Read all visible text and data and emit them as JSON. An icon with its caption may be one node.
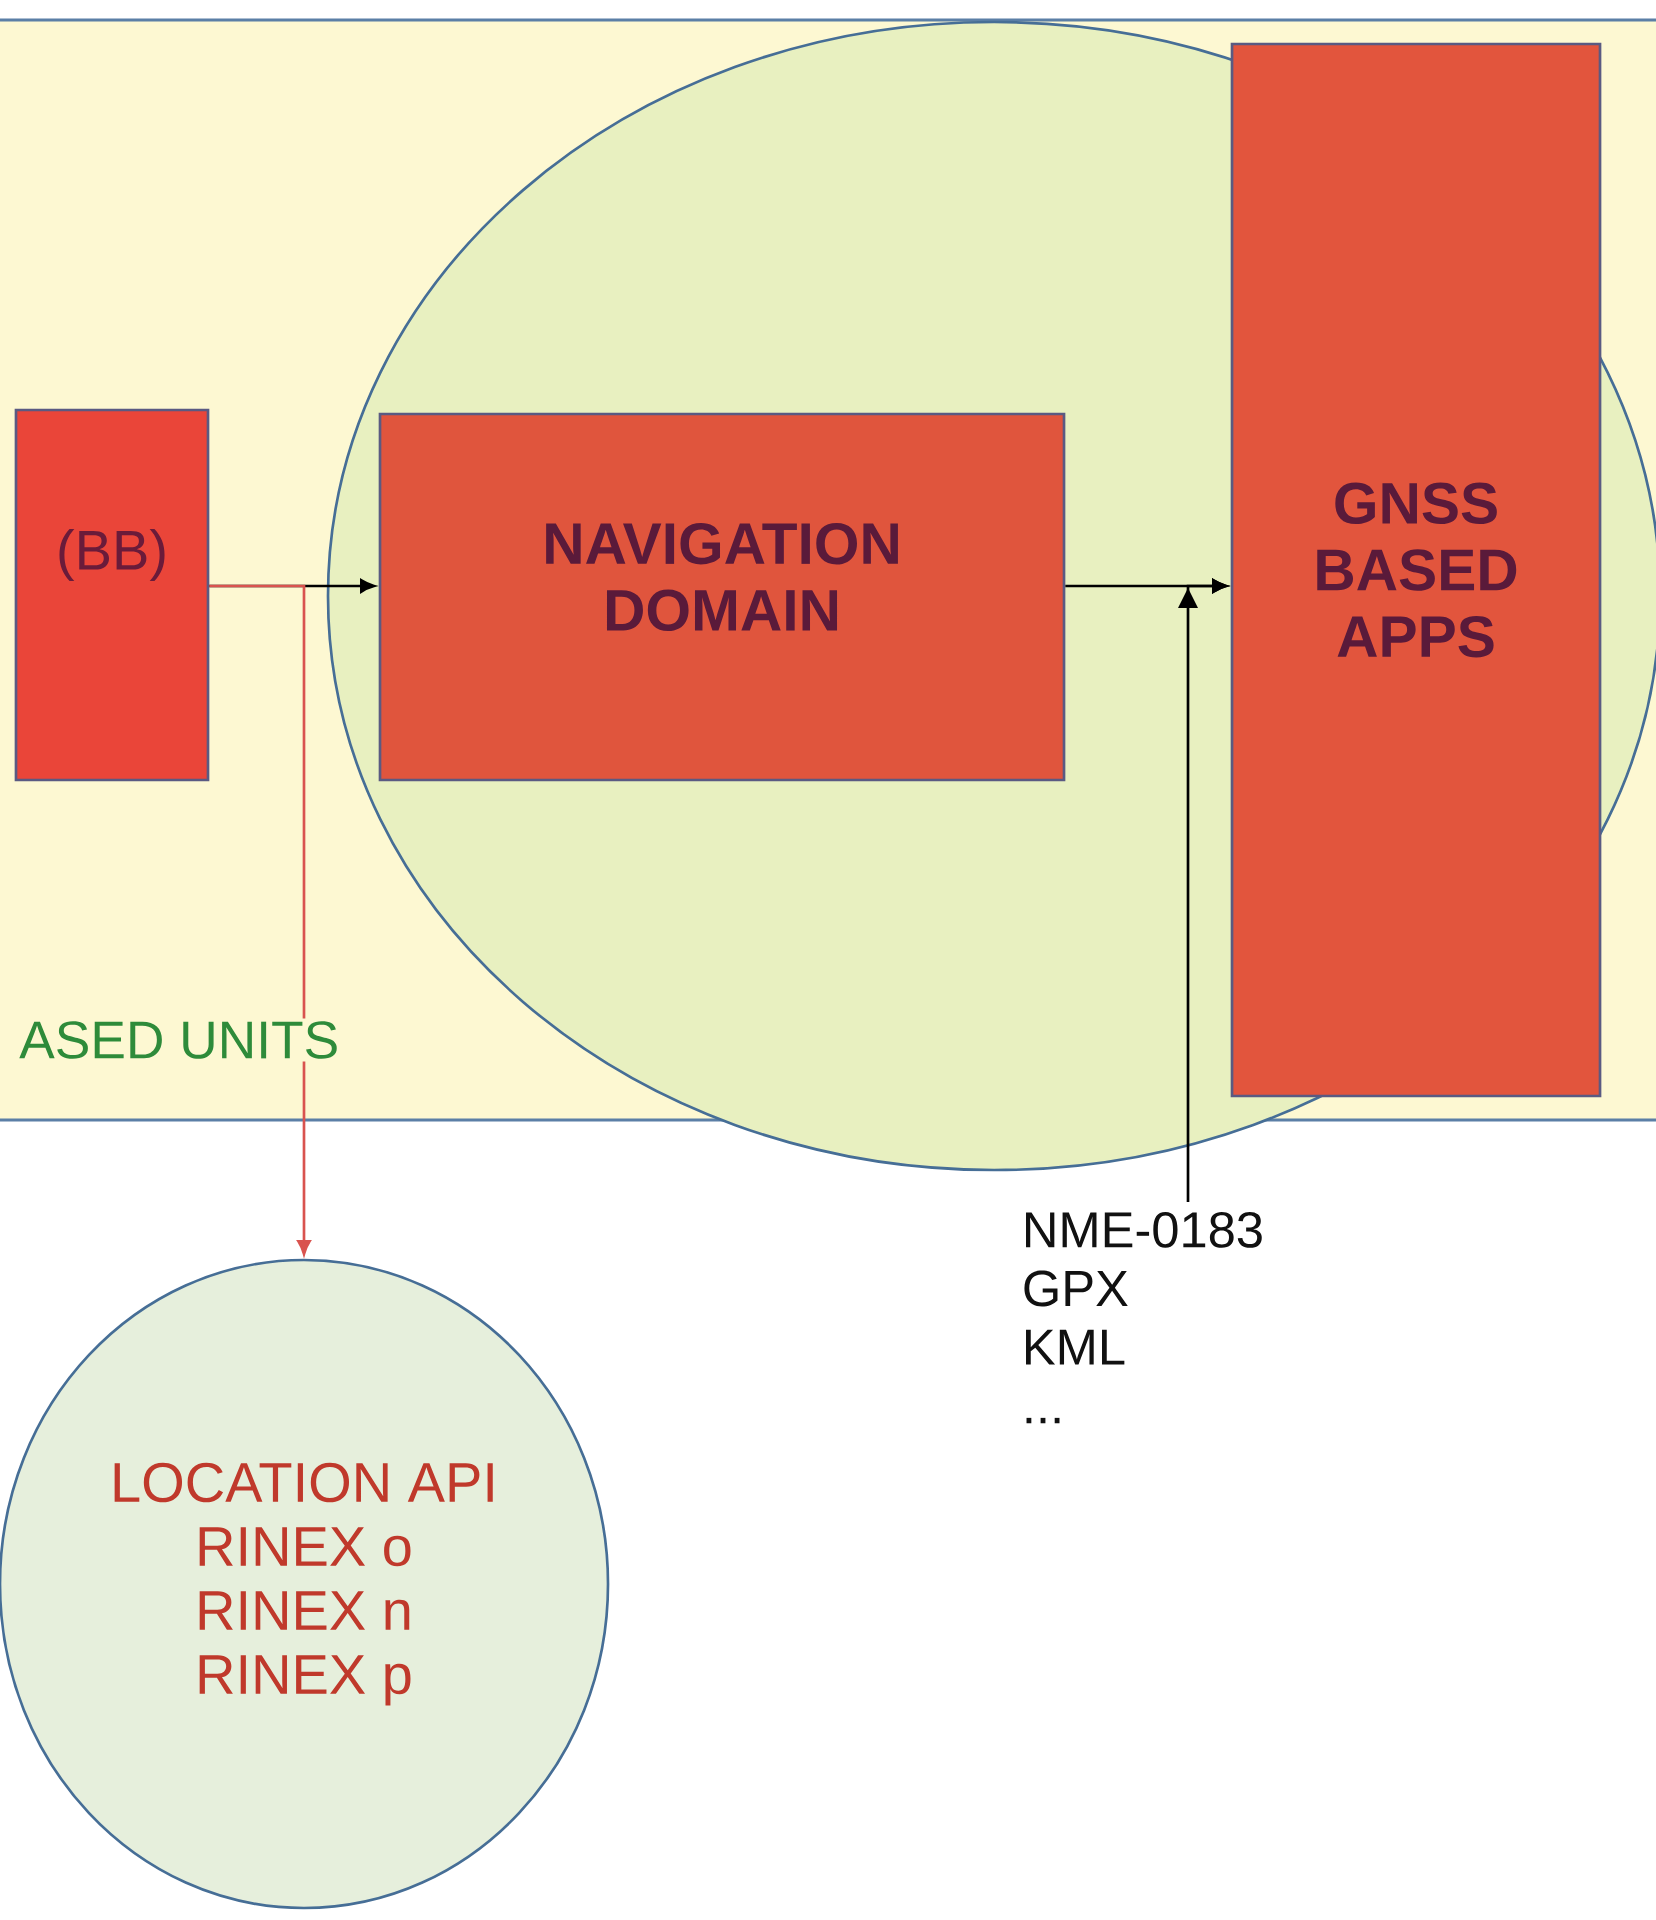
{
  "diagram": {
    "nodes": [
      {
        "text": [
          "ASED UNITS"
        ]
      },
      {
        "text": [
          "(BB)"
        ],
        "in": 0
      },
      {
        "text": [
          "NAVIGATION DOMAIN"
        ],
        "in": 0
      },
      {
        "text": [
          "GNSS BASED APPS"
        ],
        "in": 0
      },
      {
        "text": [
          "LOCATION API",
          "RINEX o",
          "RINEX n",
          "RINEX p"
        ]
      },
      {
        "text": [
          "NME-0183",
          "GPX",
          "KML",
          "..."
        ]
      }
    ],
    "edges": [
      {
        "from": 1,
        "to": 2,
        "arrow": "to"
      },
      {
        "from": 2,
        "to": 3,
        "arrow": "to"
      },
      {
        "from": 5,
        "to": 3,
        "arrow": "to"
      },
      {
        "from": 1,
        "to": 4,
        "arrow": "to",
        "color": "#d9534f"
      }
    ]
  }
}
